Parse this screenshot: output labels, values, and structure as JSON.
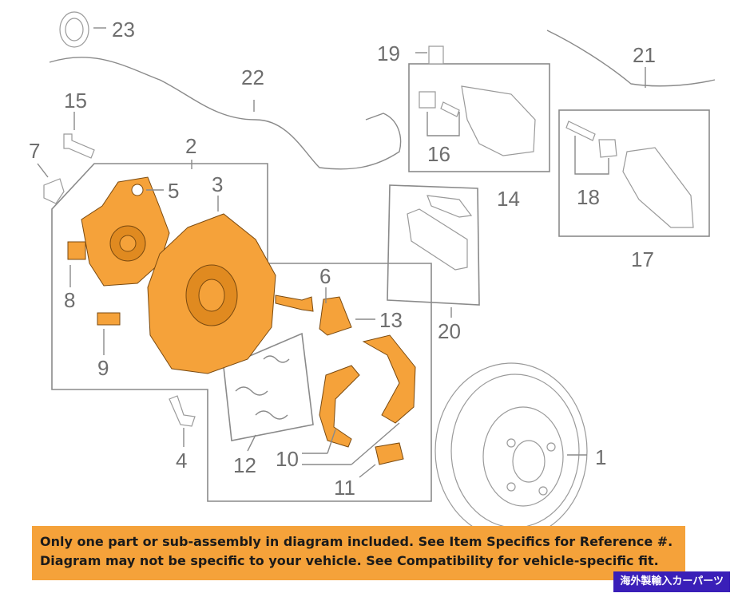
{
  "callouts": {
    "c1": "1",
    "c2": "2",
    "c3": "3",
    "c4": "4",
    "c5": "5",
    "c6": "6",
    "c7": "7",
    "c8": "8",
    "c9": "9",
    "c10": "10",
    "c11": "11",
    "c12": "12",
    "c13": "13",
    "c14": "14",
    "c15": "15",
    "c16": "16",
    "c17": "17",
    "c18": "18",
    "c19": "19",
    "c20": "20",
    "c21": "21",
    "c22": "22",
    "c23": "23"
  },
  "banner": {
    "line1": "Only one part or sub-assembly in diagram included. See Item Specifics for Reference #.",
    "line2": "Diagram may not be specific to your vehicle. See Compatibility for vehicle-specific fit."
  },
  "watermark": "海外製輸入カーパーツ",
  "colors": {
    "highlight": "#f5a23a",
    "line": "#8a8a8a",
    "label": "#6e6e6e",
    "tag": "#3a1fb8"
  }
}
